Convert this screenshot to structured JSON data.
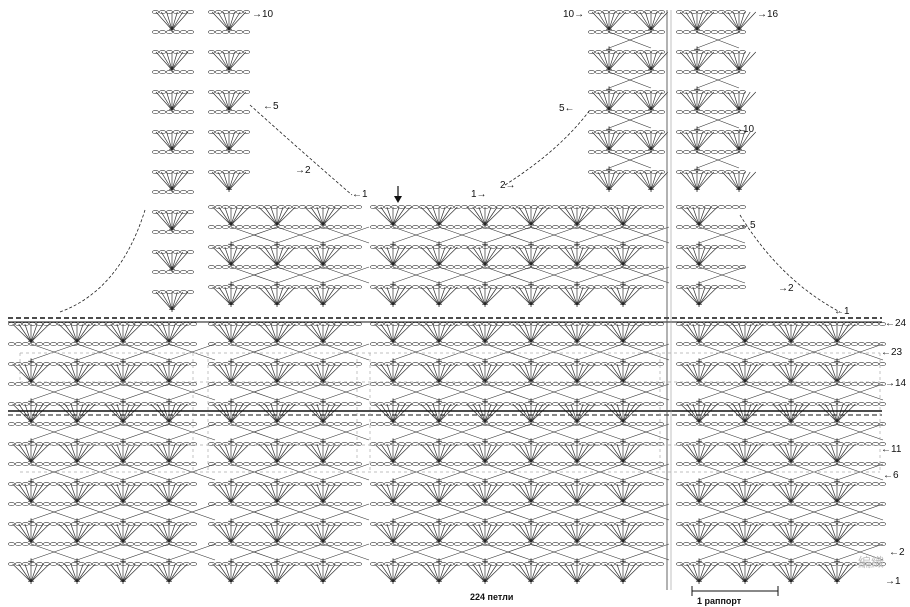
{
  "footer": {
    "stitch_count": "224 петли",
    "repeat": "1 раппорт"
  },
  "row_labels": {
    "r24": "←24",
    "r23": "←23",
    "r14": "→14",
    "r11": "←11",
    "r6": "←6",
    "r2": "←2",
    "r1": "→1",
    "left_top_10": "→10",
    "left_top_5": "←5",
    "left_top_2": "→2",
    "left_top_1": "←1",
    "right_top_10": "10→",
    "right_top_5": "5←",
    "right_top_2": "2→",
    "right_top_1": "1→",
    "far_right_16": "→16",
    "far_right_10": "→10",
    "far_right_5": "←5",
    "far_right_2": "→2",
    "far_right_1": "←1"
  },
  "watermark": "編織"
}
